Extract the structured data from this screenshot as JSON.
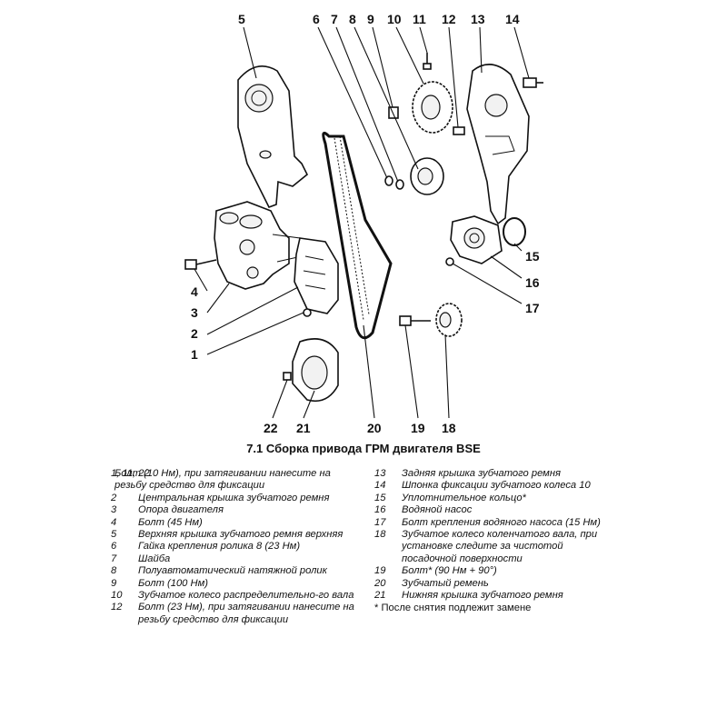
{
  "callouts": [
    "1",
    "2",
    "3",
    "4",
    "5",
    "6",
    "7",
    "8",
    "9",
    "10",
    "11",
    "12",
    "13",
    "14",
    "15",
    "16",
    "17",
    "18",
    "19",
    "20",
    "21",
    "22"
  ],
  "caption": "7.1 Сборка привода ГРМ двигателя BSE",
  "legend_left": [
    {
      "num": "1, 11, 22",
      "text": "Болт (10 Нм), при затягивании нанесите на резьбу средство для фиксации"
    },
    {
      "num": "2",
      "text": "Центральная крышка зубчатого ремня"
    },
    {
      "num": "3",
      "text": "Опора двигателя"
    },
    {
      "num": "4",
      "text": "Болт (45 Нм)"
    },
    {
      "num": "5",
      "text": "Верхняя крышка зубчатого ремня верхняя"
    },
    {
      "num": "6",
      "text": "Гайка крепления ролика 8 (23 Нм)"
    },
    {
      "num": "7",
      "text": "Шайба"
    },
    {
      "num": "8",
      "text": "Полуавтоматический натяжной ролик"
    },
    {
      "num": "9",
      "text": "Болт (100 Нм)"
    },
    {
      "num": "10",
      "text": "Зубчатое колесо распределительно-го вала"
    },
    {
      "num": "12",
      "text": "Болт (23 Нм), при затягивании нанесите на резьбу средство для фиксации"
    }
  ],
  "legend_right": [
    {
      "num": "13",
      "text": "Задняя крышка зубчатого ремня"
    },
    {
      "num": "14",
      "text": "Шпонка фиксации зубчатого колеса 10"
    },
    {
      "num": "15",
      "text": "Уплотнительное кольцо*"
    },
    {
      "num": "16",
      "text": "Водяной насос"
    },
    {
      "num": "17",
      "text": "Болт крепления водяного насоса (15 Нм)"
    },
    {
      "num": "18",
      "text": "Зубчатое колесо коленчатого вала, при установке следите за чистотой посадочной поверхности"
    },
    {
      "num": "19",
      "text": "Болт* (90 Нм + 90°)"
    },
    {
      "num": "20",
      "text": "Зубчатый ремень"
    },
    {
      "num": "21",
      "text": "Нижняя крышка зубчатого ремня"
    }
  ],
  "footnote": "* После снятия подлежит замене"
}
